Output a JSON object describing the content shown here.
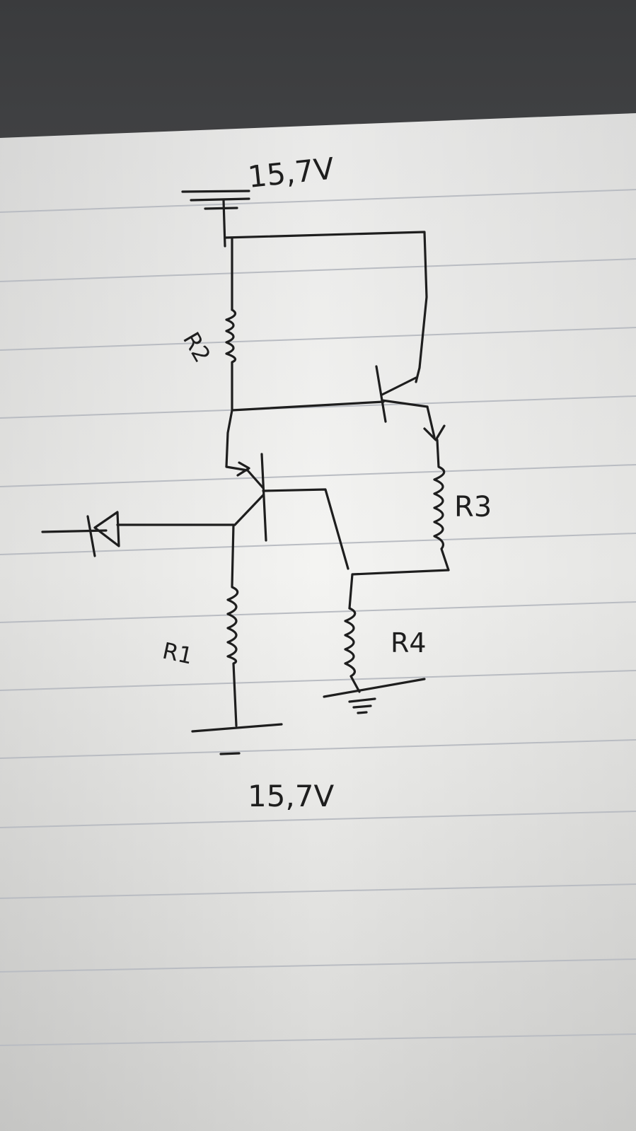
{
  "diagram": {
    "labels": {
      "supply_top": "15,7V",
      "supply_bottom": "15,7V",
      "r1": "R1",
      "r2": "R2",
      "r3": "R3",
      "r4": "R4"
    },
    "components": {
      "resistors": [
        "R1",
        "R2",
        "R3",
        "R4"
      ],
      "transistors": [
        "pnp-transistor",
        "npn-transistor"
      ],
      "diode": "diode",
      "ground": "ground-symbol",
      "supplies": [
        "battery-top",
        "battery-bottom"
      ]
    },
    "colors": {
      "ink": "#1e1e1e",
      "paper": "#f0f0ee",
      "rule_line": "#b9bcc2",
      "desk_top": "#4a4b4d",
      "shadow_bottom": "#cfcfcd"
    }
  }
}
